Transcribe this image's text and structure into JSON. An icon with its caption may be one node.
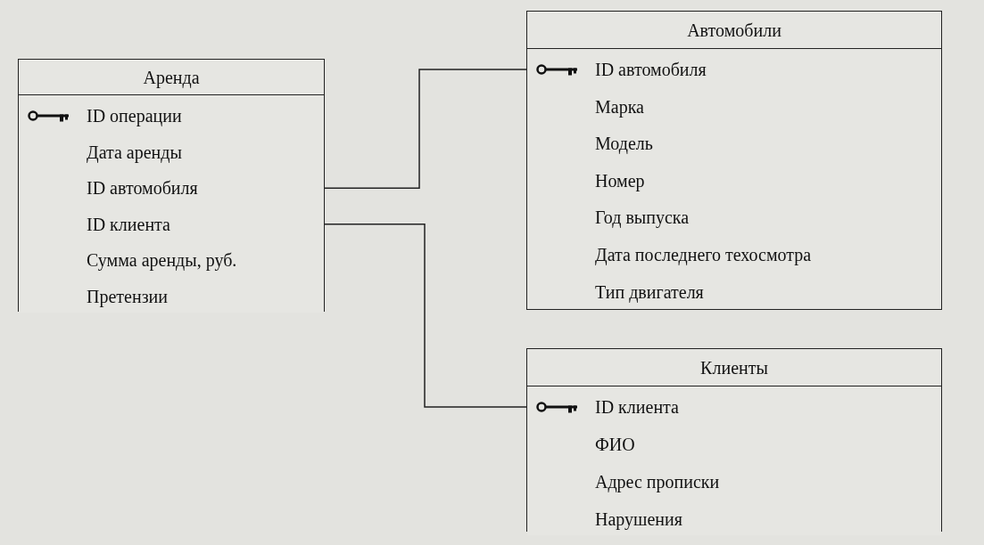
{
  "diagram": {
    "nodes": [
      {
        "text": [
          "Аренда"
        ]
      },
      {
        "text": [
          "ID операции"
        ],
        "in": 0
      },
      {
        "text": [
          "Дата аренды"
        ],
        "in": 0
      },
      {
        "text": [
          "ID автомобиля"
        ],
        "in": 0
      },
      {
        "text": [
          "ID клиента"
        ],
        "in": 0
      },
      {
        "text": [
          "Сумма аренды, руб."
        ],
        "in": 0
      },
      {
        "text": [
          "Претензии"
        ],
        "in": 0
      },
      {
        "text": [
          "Автомобили"
        ]
      },
      {
        "text": [
          "ID автомобиля"
        ],
        "in": 7
      },
      {
        "text": [
          "Марка"
        ],
        "in": 7
      },
      {
        "text": [
          "Модель"
        ],
        "in": 7
      },
      {
        "text": [
          "Номер"
        ],
        "in": 7
      },
      {
        "text": [
          "Год выпуска"
        ],
        "in": 7
      },
      {
        "text": [
          "Дата последнего техосмотра"
        ],
        "in": 7
      },
      {
        "text": [
          "Тип двигателя"
        ],
        "in": 7
      },
      {
        "text": [
          "Клиенты"
        ]
      },
      {
        "text": [
          "ID клиента"
        ],
        "in": 15
      },
      {
        "text": [
          "ФИО"
        ],
        "in": 15
      },
      {
        "text": [
          "Адрес прописки"
        ],
        "in": 15
      },
      {
        "text": [
          "Нарушения"
        ],
        "in": 15
      }
    ],
    "edges": [
      {
        "from": 3,
        "to": 8,
        "arrow": "none"
      },
      {
        "from": 4,
        "to": 16,
        "arrow": "none"
      }
    ]
  }
}
